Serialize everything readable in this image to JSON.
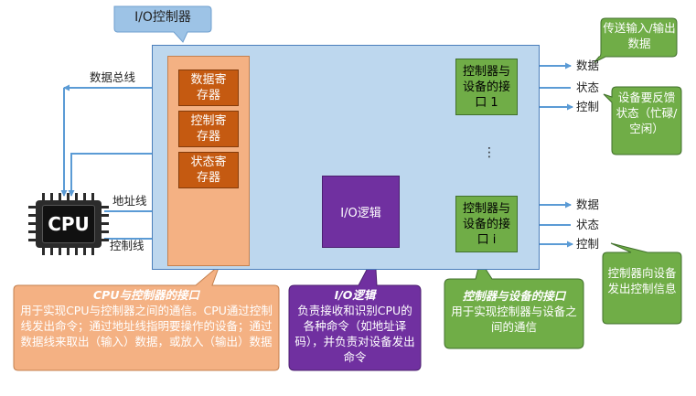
{
  "title": "I/O控制器",
  "registers": {
    "data_reg": "数据寄存器",
    "ctrl_reg": "控制寄存器",
    "status_reg": "状态寄存器"
  },
  "io_logic": "I/O逻辑",
  "device_ifaces": {
    "iface_1": "控制器与设备的接口 1",
    "iface_i": "控制器与设备的接口 i",
    "ellipsis": "⋮"
  },
  "cpu": {
    "label": "CPU"
  },
  "bus_labels": {
    "data_bus": "数据总线",
    "address_line": "地址线",
    "control_line": "控制线"
  },
  "signal_labels": {
    "data_1": "数据",
    "status_1": "状态",
    "control_1": "控制",
    "data_i": "数据",
    "status_i": "状态",
    "control_i": "控制"
  },
  "callouts": {
    "transfer": "传送输入/输出数据",
    "feedback": "设备要反馈状态（忙碌/空闲）",
    "ctrl_info": "控制器向设备发出控制信息",
    "cpu_iface_title": "CPU与控制器的接口",
    "cpu_iface_body": "用于实现CPU与控制器之间的通信。CPU通过控制线发出命令；通过地址线指明要操作的设备；通过数据线来取出（输入）数据，或放入（输出）数据",
    "io_logic_title": "I/O逻辑",
    "io_logic_body": "负责接收和识别CPU的各种命令（如地址译码），并负责对设备发出命令",
    "dev_iface_title": "控制器与设备的接口",
    "dev_iface_body": "用于实现控制器与设备之间的通信"
  },
  "colors": {
    "controller_bg": "#bdd7ee",
    "register": "#c55a11",
    "cpu_interface": "#f4b183",
    "io_logic": "#7030a0",
    "device_interface": "#70ad47",
    "title_tag": "#9dc3e6",
    "arrow": "#5b9bd5"
  },
  "icons": {
    "cpu": "cpu-chip-icon"
  }
}
